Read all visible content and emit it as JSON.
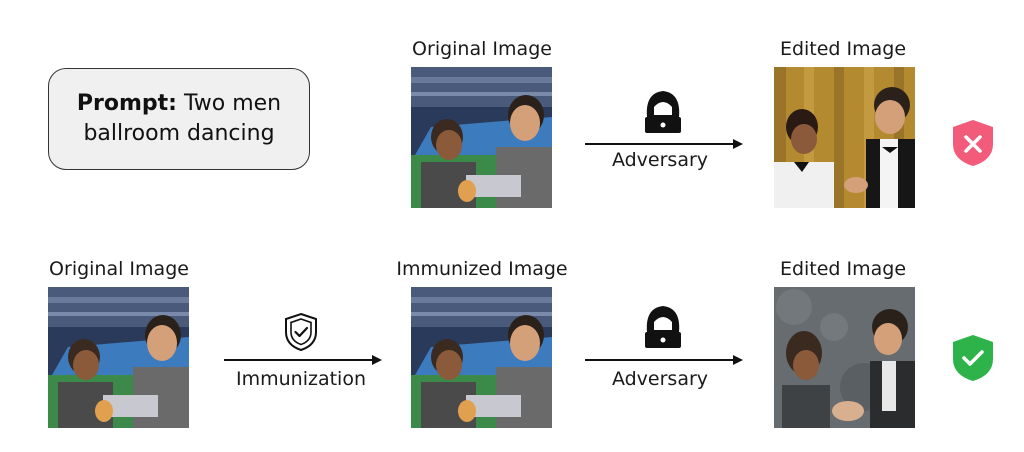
{
  "prompt": {
    "label": "Prompt:",
    "text": "Two men ballroom dancing"
  },
  "row1": {
    "original_label": "Original Image",
    "arrow_label": "Adversary",
    "edited_label": "Edited Image",
    "result_icon": "x-shield-icon",
    "result_color": "#f25c7a"
  },
  "row2": {
    "original_label": "Original Image",
    "immunization_label": "Immunization",
    "immunized_label": "Immunized Image",
    "arrow_label": "Adversary",
    "edited_label": "Edited Image",
    "result_icon": "check-shield-icon",
    "result_color": "#2db34a"
  },
  "icons": {
    "adversary": "hacker-laptop-icon",
    "immunization": "shield-check-icon"
  }
}
